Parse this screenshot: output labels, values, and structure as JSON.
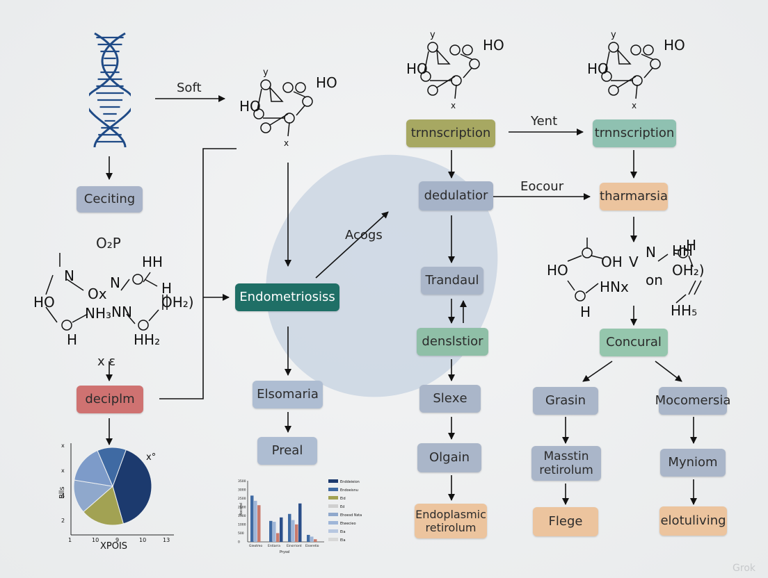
{
  "edge_labels": {
    "soft": "Soft",
    "yent": "Yent",
    "eocour": "Eocour",
    "acogs": "Acogs",
    "o2p": "O₂P",
    "x_b": "x ε"
  },
  "nodes": {
    "ceciting": {
      "label": "Ceciting",
      "color": "#a9b4c9"
    },
    "deciplm": {
      "label": "deciplm",
      "color": "#cf7271"
    },
    "endometriosis": {
      "label": "Endometriosiss",
      "color": "#1f6f66"
    },
    "elsomaria": {
      "label": "Elsomaria",
      "color": "#aebdd2"
    },
    "preal": {
      "label": "Preal",
      "color": "#aebdd2"
    },
    "transcription_1": {
      "label": "trnnscription",
      "color": "#a7a862"
    },
    "deduliation": {
      "label": "dedulatior",
      "color": "#a6b3c8"
    },
    "trandaul": {
      "label": "Trandaul",
      "color": "#aab6c9"
    },
    "densistior": {
      "label": "denslstior",
      "color": "#8fbfa7"
    },
    "sleee": {
      "label": "Slеxе",
      "color": "#aab6c9"
    },
    "olgain": {
      "label": "Olgain",
      "color": "#aab6c9"
    },
    "endoplasmic": {
      "label": "Endoplasmic\nretirolum",
      "color": "#ecc49e"
    },
    "transcription_2": {
      "label": "trnnscription",
      "color": "#8fc1b1"
    },
    "tharmarsia": {
      "label": "tharmarsia",
      "color": "#ecc49e"
    },
    "concural": {
      "label": "Concural",
      "color": "#95c6ad"
    },
    "grasin": {
      "label": "Grasin",
      "color": "#aab6c9"
    },
    "mocomersia": {
      "label": "Mocomersia",
      "color": "#aab6c9"
    },
    "masstin": {
      "label": "Masstin\nretirolum",
      "color": "#aab6c9"
    },
    "myniom": {
      "label": "Myniom",
      "color": "#aab6c9"
    },
    "flege": {
      "label": "Flege",
      "color": "#ecc49e"
    },
    "elotuliving": {
      "label": "elotuliving",
      "color": "#ecc49e"
    }
  },
  "molecules": {
    "small": {
      "top_mark": "y",
      "ho_left": "HO",
      "ho_right": "HO",
      "sub": "x"
    },
    "left": {
      "hh": "HH",
      "h_right": "H",
      "oh2": "OH₂)",
      "ho": "HO",
      "nh3": "NH₃",
      "n_mid": "NN",
      "h_bot": "H",
      "hh2": "HH₂",
      "n_top": "N",
      "ox": "Ox",
      "n2": "N"
    },
    "right": {
      "hh": "HH",
      "h": "H",
      "oh": "OH",
      "v": "V",
      "n": "N",
      "ho": "HO",
      "hnx": "HNx",
      "oh2": "OH₂)",
      "hh5": "HH₅",
      "on": "on",
      "h_bot": "H"
    }
  },
  "colors": {
    "line": "#111111",
    "blob": "#c6d1e0",
    "dna": "#1f4a86"
  },
  "pie_chart": {
    "type": "pie",
    "xlabel": "XPOIS",
    "ylabel": "Blls",
    "x_ticks": [
      "1",
      "10",
      "9",
      "10",
      "13"
    ],
    "y_ticks": [
      "x",
      "x",
      "4",
      "2"
    ],
    "annotation": "x°",
    "slices": [
      {
        "value": 40,
        "color": "#1c3a6e"
      },
      {
        "value": 18,
        "color": "#a2a253"
      },
      {
        "value": 14,
        "color": "#8fa8cc"
      },
      {
        "value": 16,
        "color": "#7d9bc9"
      },
      {
        "value": 12,
        "color": "#3f6aa3"
      }
    ]
  },
  "bar_chart": {
    "type": "bar",
    "ylabel": "Rocorel",
    "xlabel": "Pryssl",
    "categories": [
      "Gieotmo",
      "Entiarra",
      "Einsrriont",
      "Eiseretio"
    ],
    "y_ticks": [
      "3500",
      "3000",
      "2500",
      "2000",
      "1500",
      "1000",
      "500",
      "0"
    ],
    "ylim": [
      0,
      3500
    ],
    "legend": [
      "Enddeieion",
      "Endoeisnu",
      "Eid",
      "Ed",
      "Ehoesd Nsta",
      "Etwecieo",
      "Eia",
      "Ela"
    ],
    "legend_colors": [
      "#1c3a6e",
      "#3f6aa3",
      "#a2a253",
      "#cfcfcf",
      "#8fa8cc",
      "#9fb6d8",
      "#b7c7e0",
      "#d8d8d8"
    ],
    "series": [
      {
        "color": "#3f6aa3",
        "values": [
          2650,
          1200,
          1600,
          400
        ]
      },
      {
        "color": "#9fb6d8",
        "values": [
          2350,
          1150,
          1250,
          300
        ]
      },
      {
        "color": "#c97a6c",
        "values": [
          2100,
          500,
          1000,
          150
        ]
      },
      {
        "color": "#2c4f8a",
        "values": [
          0,
          1400,
          2200,
          0
        ]
      }
    ]
  },
  "watermark": "Grok"
}
